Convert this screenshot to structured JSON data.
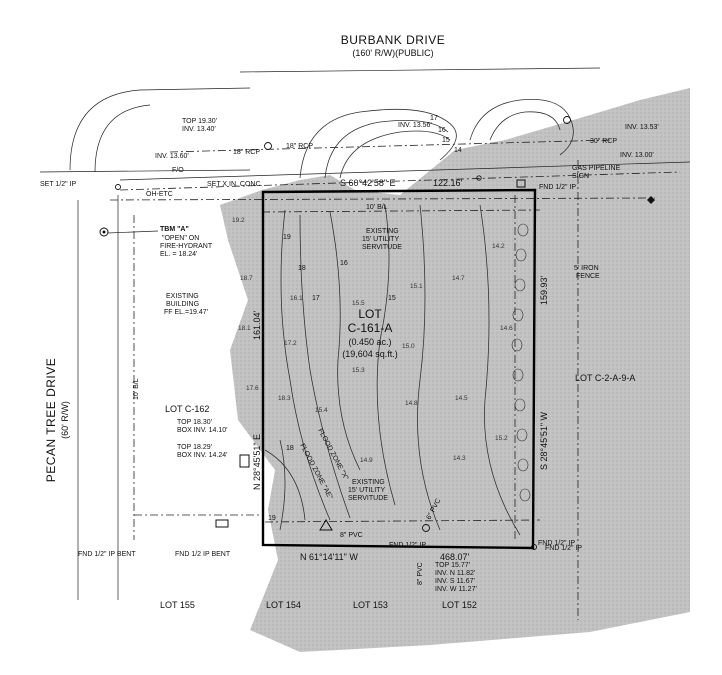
{
  "colors": {
    "shade": "#bdbdbd",
    "line": "#111111",
    "paper": "#ffffff"
  },
  "streets": {
    "north": {
      "name": "BURBANK DRIVE",
      "row": "(160' R/W)(PUBLIC)"
    },
    "west": {
      "name": "PECAN TREE DRIVE",
      "row": "(60' R/W)"
    }
  },
  "lot": {
    "name": "LOT",
    "id": "C-161-A",
    "acres": "(0.450 ac.)",
    "sqft": "(19,604 sq.ft.)"
  },
  "bearings": {
    "north": "S 60°42'58\" E",
    "north_dist": "122.16'",
    "east": "S 28°45'51\" W",
    "east_dist": "159.93'",
    "south": "N 61°14'11\" W",
    "south_dist": "468.07'",
    "west": "N 28°45'51\" E",
    "west_dist": "161.04'"
  },
  "neighbors": {
    "west_lot": "LOT C-162",
    "east_lot": "LOT C-2-A-9-A",
    "lot155": "LOT 155",
    "lot154": "LOT 154",
    "lot153": "LOT 153",
    "lot152": "LOT 152"
  },
  "notes": {
    "tbm_title": "TBM \"A\"",
    "tbm_l1": "\"OPEN\" ON",
    "tbm_l2": "FIRE-HYDRANT",
    "tbm_l3": "EL. = 18.24'",
    "bldg_l1": "EXISTING",
    "bldg_l2": "BUILDING",
    "bldg_l3": "FF EL.=19.47'",
    "servitude_n1": "EXISTING",
    "servitude_n2": "15' UTILITY",
    "servitude_n3": "SERVITUDE",
    "servitude_s1": "EXISTING",
    "servitude_s2": "15' UTILITY",
    "servitude_s3": "SERVITUDE",
    "fence_l1": "5' IRON",
    "fence_l2": "FENCE",
    "gas_l1": "GAS PIPELINE",
    "gas_l2": "SIGN",
    "flood_ae": "FLOOD ZONE \"AE\"",
    "flood_x": "FLOOD ZONE \"X\"",
    "bldg_line_w": "10' B/L",
    "bldg_line_n": "10' B/L",
    "top1_a": "TOP 19.30'",
    "top1_b": "INV. 13.40'",
    "inv_1360": "INV. 13.60'",
    "rcp18a": "18\" RCP",
    "rcp18b": "18\" RCP",
    "inv_1356": "INV. 13.56'",
    "inv_1353": "INV. 13.53'",
    "rcp30": "30\" RCP",
    "inv_1300": "INV. 13.00'",
    "top2_a": "TOP 18.30'",
    "top2_b": "BOX INV. 14.10'",
    "top3_a": "TOP 18.29'",
    "top3_b": "BOX INV. 14.24'",
    "top4_a": "TOP 15.77'",
    "top4_b": "INV. N 11.82'",
    "top4_c": "INV. S 11.67'",
    "top4_d": "INV. W 11.27'",
    "pvc8a": "8\" PVC",
    "pvc8b": "8\" PVC",
    "pvc6": "6\" PVC",
    "set_ip": "SET 1/2\" IP",
    "set_x": "SET X IN. CONC.",
    "fnd_ip_n": "FND 1/2\" IP",
    "fnd_ip_se": "FND 1/2\" IP",
    "fnd_ip_s": "FND 1/2\" IP",
    "fnd_bent1": "FND 1/2\" IP BENT",
    "fnd_bent2": "FND 1/2 IP BENT",
    "fnd_ip_e": "FND 1/2\" IP",
    "fo": "F/O",
    "ohetc": "OH-ETC"
  },
  "contours": [
    "17",
    "16",
    "15",
    "14",
    "19",
    "18",
    "19",
    "18",
    "17",
    "16",
    "15"
  ],
  "spot_elevations": [
    "19.2",
    "18.7",
    "18.1",
    "17.6",
    "15.5",
    "15.3",
    "15.0",
    "14.8",
    "14.7",
    "14.5",
    "14.3",
    "15.1",
    "15.4",
    "14.9",
    "16.1",
    "17.2",
    "18.3",
    "14.2",
    "14.6",
    "15.2"
  ]
}
